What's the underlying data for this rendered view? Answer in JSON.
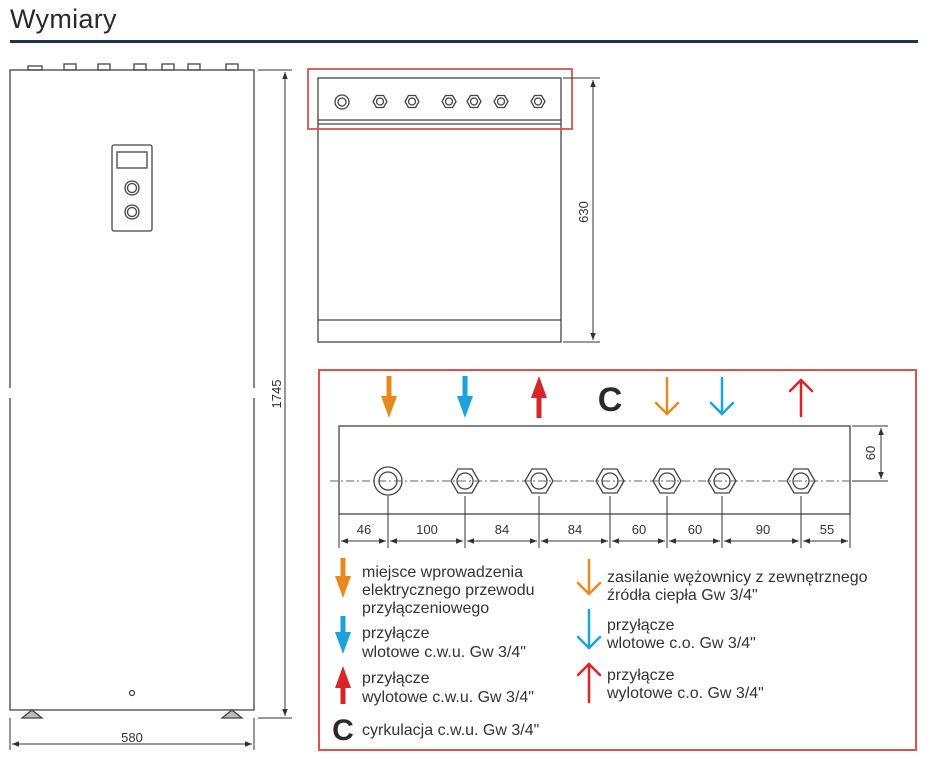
{
  "title": "Wymiary",
  "dimensions": {
    "width": "580",
    "height": "1745",
    "depth": "630",
    "panel_height": "60",
    "spacings": [
      "46",
      "100",
      "84",
      "84",
      "60",
      "60",
      "90",
      "55"
    ]
  },
  "top_symbols": [
    "orange-down",
    "blue-down",
    "red-up",
    "C",
    "orange-down",
    "blue-down",
    "red-up"
  ],
  "circulation_symbol": "C",
  "legend": [
    {
      "icon": "orange-down-arrow-icon",
      "color": "#E8891E",
      "lines": [
        "miejsce wprowadzenia",
        "elektrycznego przewodu",
        "przyłączeniowego"
      ]
    },
    {
      "icon": "blue-down-arrow-icon",
      "color": "#1BA4DC",
      "lines": [
        "przyłącze",
        "wlotowe c.w.u. Gw 3/4\""
      ]
    },
    {
      "icon": "red-up-arrow-icon",
      "color": "#D7262A",
      "lines": [
        "przyłącze",
        "wylotowe c.w.u. Gw 3/4\""
      ]
    },
    {
      "icon": "c-letter-icon",
      "color": "#2a2a2a",
      "lines": [
        "cyrkulacja c.w.u. Gw 3/4\""
      ]
    },
    {
      "icon": "orange-down-arrow-icon",
      "color": "#E8891E",
      "lines": [
        "zasilanie wężownicy z zewnętrznego",
        "źródła ciepła Gw 3/4\""
      ]
    },
    {
      "icon": "blue-down-arrow-icon",
      "color": "#1BA4DC",
      "lines": [
        "przyłącze",
        "wlotowe c.o. Gw 3/4\""
      ]
    },
    {
      "icon": "red-up-arrow-icon",
      "color": "#D7262A",
      "lines": [
        "przyłącze",
        "wylotowe c.o. Gw 3/4\""
      ]
    }
  ],
  "colors": {
    "orange": "#E8891E",
    "blue": "#1BA4DC",
    "red": "#D7262A",
    "highlight": "#D9534F",
    "rule": "#1f3350"
  }
}
